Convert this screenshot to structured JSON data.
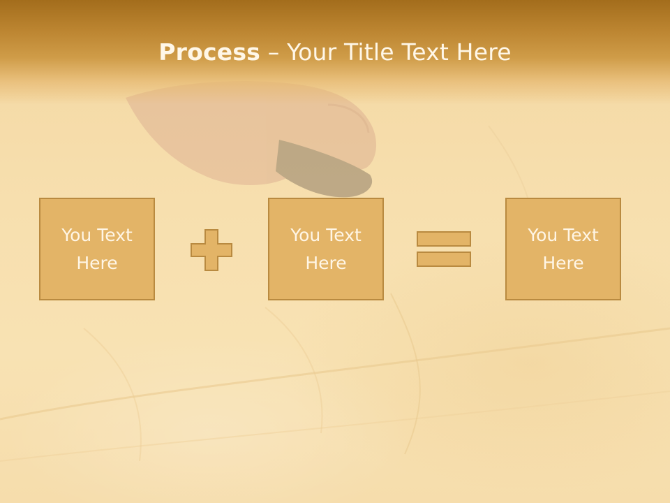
{
  "slide": {
    "title_bold": "Process",
    "title_rest": " – Your Title Text Here",
    "boxes": [
      {
        "label": "You Text\nHere"
      },
      {
        "label": "You Text\nHere"
      },
      {
        "label": "You Text\nHere"
      }
    ],
    "operators": [
      "plus-icon",
      "equals-icon"
    ]
  },
  "colors": {
    "title_bar": "#bb8430",
    "box_fill": "#e3b467",
    "box_border": "#b98a40",
    "text": "#fff6e6"
  }
}
